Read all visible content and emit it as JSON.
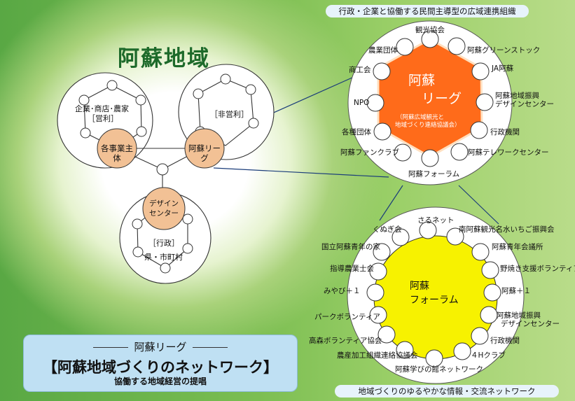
{
  "title": "阿蘇地域",
  "top_banner": "行政・企業と協働する民間主導型の広域連携組織",
  "bottom_banner": "地域づくりのゆるやかな情報・交流ネットワーク",
  "left_network": {
    "commercial_label_1": "企業･商店･農家",
    "commercial_label_2": "［営利］",
    "nonprofit_label": "［非営利］",
    "gov_label_1": "［行政］",
    "gov_label_2": "県・市町村",
    "node_business": "各事業主体",
    "node_league": "阿蘇リーグ",
    "node_design_1": "デザイン",
    "node_design_2": "センター"
  },
  "league": {
    "title_1": "阿蘇",
    "title_2": "リーグ",
    "subtitle_1": "（阿蘇広域観光と",
    "subtitle_2": "地域づくり連絡協議会）",
    "members": {
      "kanko": "観光協会",
      "nogyo": "農業団体",
      "green": "阿蘇グリーンストック",
      "shoko": "商工会",
      "ja": "JA阿蘇",
      "npo": "NPO",
      "design_1": "阿蘇地域振興",
      "design_2": "デザインセンター",
      "kakushu": "各種団体",
      "gyosei": "行政機関",
      "fan": "阿蘇ファンクラブ",
      "telework": "阿蘇テレワークセンター",
      "forum": "阿蘇フォーラム"
    }
  },
  "forum": {
    "title_1": "阿蘇",
    "title_2": "フォーラム",
    "members": {
      "saru": "さるネット",
      "kunugi": "くぬぎ会",
      "minami": "南阿蘇観光名水いちご振興会",
      "kokuritsu": "国立阿蘇青年の家",
      "seinen": "阿蘇青年会議所",
      "shido": "指導農業士会",
      "noyaki": "野焼き支援ボランティア",
      "miyabi": "みやび＋１",
      "aso1": "阿蘇＋１",
      "park": "パークボランティア",
      "design_1": "阿蘇地域振興",
      "design_2": "デザインセンター",
      "kogen": "高森ボランティア協会",
      "gyosei": "行政機関",
      "nosan": "農産加工組織連絡協議会",
      "fourh": "４Hクラブ",
      "manabi": "阿蘇学びの館ネットワーク"
    }
  },
  "legend": {
    "line1": "阿蘇リーグ",
    "line2": "【阿蘇地域づくりのネットワーク】",
    "line3": "協働する地域経営の提唱"
  }
}
